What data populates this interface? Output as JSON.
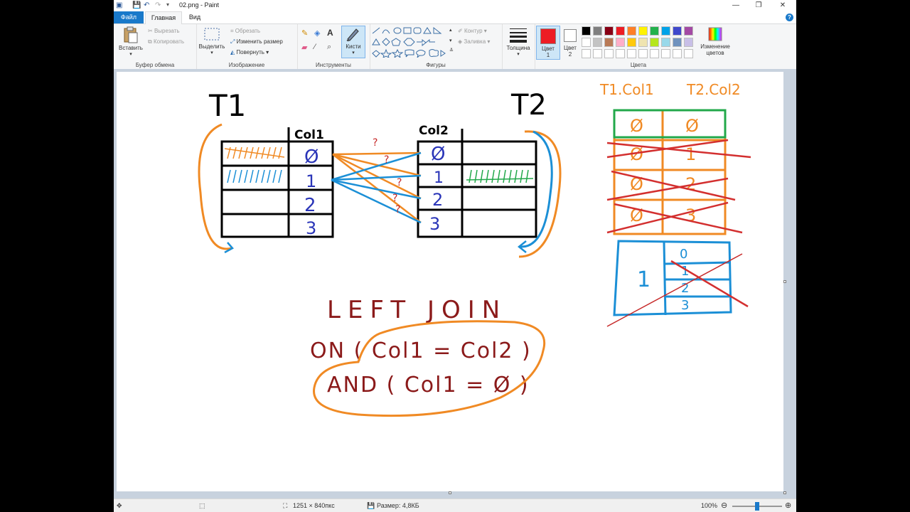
{
  "window": {
    "title": "02.png - Paint",
    "controls": [
      "—",
      "❐",
      "✕"
    ]
  },
  "tabs": {
    "file": "Файл",
    "home": "Главная",
    "view": "Вид"
  },
  "clipboard": {
    "paste": "Вставить",
    "cut": "Вырезать",
    "copy": "Копировать",
    "label": "Буфер обмена"
  },
  "image": {
    "select": "Выделить",
    "crop": "Обрезать",
    "resize": "Изменить размер",
    "rotate": "Повернуть",
    "label": "Изображение"
  },
  "tools": {
    "label": "Инструменты",
    "brushes": "Кисти"
  },
  "shapes": {
    "outline": "Контур",
    "fill": "Заливка",
    "label": "Фигуры"
  },
  "size": {
    "label": "Толщина"
  },
  "colors": {
    "color1": "Цвет 1",
    "color2": "Цвет 2",
    "edit": "Изменение цветов",
    "label": "Цвета",
    "color1_value": "#ed1c24",
    "color2_value": "#ffffff",
    "palette_row1": [
      "#000000",
      "#7f7f7f",
      "#880015",
      "#ed1c24",
      "#ff7f27",
      "#fff200",
      "#22b14c",
      "#00a2e8",
      "#3f48cc",
      "#a349a4"
    ],
    "palette_row2": [
      "#ffffff",
      "#c3c3c3",
      "#b97a57",
      "#ffaec9",
      "#ffc90e",
      "#efe4b0",
      "#b5e61d",
      "#99d9ea",
      "#7092be",
      "#c8bfe7"
    ],
    "palette_row3": [
      "#ffffff",
      "#ffffff",
      "#ffffff",
      "#ffffff",
      "#ffffff",
      "#ffffff",
      "#ffffff",
      "#ffffff",
      "#ffffff",
      "#ffffff"
    ]
  },
  "drawing": {
    "t1": "T1",
    "t2": "T2",
    "col1": "Col1",
    "col2": "Col2",
    "t1_values": [
      "Ø",
      "1",
      "2",
      "3"
    ],
    "t2_values": [
      "Ø",
      "1",
      "2",
      "3"
    ],
    "questions": [
      "?",
      "?",
      "?",
      "?",
      "?"
    ],
    "right_header_left": "T1.Col1",
    "right_header_right": "T2.Col2",
    "result_rows": [
      [
        "Ø",
        "Ø"
      ],
      [
        "Ø",
        "1"
      ],
      [
        "Ø",
        "2"
      ],
      [
        "Ø",
        "3"
      ]
    ],
    "bottom_left": "1",
    "bottom_values": [
      "0",
      "1",
      "2",
      "3"
    ],
    "query_line1": "LEFT JOIN",
    "query_line2": "ON ( Col1 = Col2 )",
    "query_line3": "AND ( Col1 = Ø )"
  },
  "status": {
    "dimensions": "1251 × 840пкс",
    "filesize": "Размер: 4,8КБ",
    "zoom": "100%",
    "zoom_fraction": 0.5
  }
}
